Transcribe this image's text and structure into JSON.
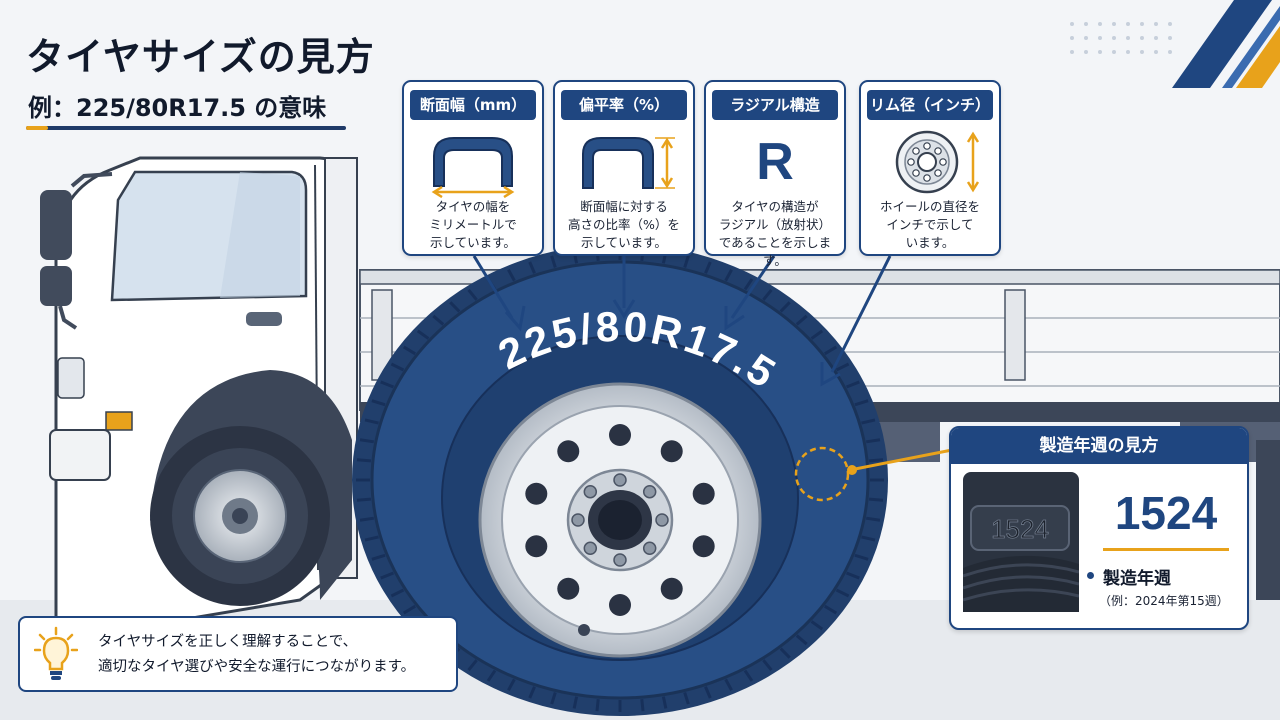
{
  "title": "タイヤサイズの見方",
  "subtitle": "例：225/80R17.5 の意味",
  "tire_size": "225/80R17.5",
  "callouts": [
    {
      "label": "断面幅（mm）",
      "description": "タイヤの幅を\nミリメートルで\n示しています。"
    },
    {
      "label": "偏平率（%）",
      "description": "断面幅に対する\n高さの比率（%）を\n示しています。"
    },
    {
      "label": "ラジアル構造",
      "icon_letter": "R",
      "description": "タイヤの構造が\nラジアル（放射状）\nであることを示します。"
    },
    {
      "label": "リム径（インチ）",
      "description": "ホイールの直径を\nインチで示して\nいます。"
    }
  ],
  "manufacture": {
    "title": "製造年週の見方",
    "code": "1524",
    "label": "製造年週",
    "example": "（例：2024年第15週）"
  },
  "tip": {
    "text": "タイヤサイズを正しく理解することで、\n適切なタイヤ選びや安全な運行につながります。"
  },
  "colors": {
    "navy": "#1f4680",
    "tire": "#284f86",
    "accent": "#e8a21b",
    "background": "#f3f5f8"
  },
  "icons": [
    "tire-cross-section-icon",
    "tire-aspect-icon",
    "radial-letter-icon",
    "wheel-rim-icon",
    "lightbulb-icon"
  ]
}
